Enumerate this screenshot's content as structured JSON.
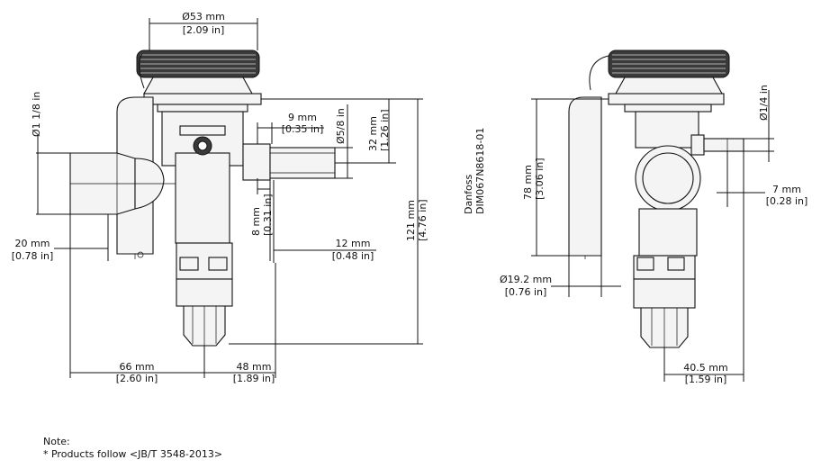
{
  "dimensions": {
    "d53": {
      "mm": "Ø53 mm",
      "in": "[2.09 in]"
    },
    "d1_1_8": {
      "label": "Ø1 1/8 in"
    },
    "d20": {
      "mm": "20 mm",
      "in": "[0.78 in]"
    },
    "d9": {
      "mm": "9 mm",
      "in": "[0.35 in]"
    },
    "d5_8": {
      "label": "Ø5/8 in"
    },
    "d32": {
      "mm": "32 mm",
      "in": "[1.26 in]"
    },
    "d8": {
      "mm": "8 mm",
      "in": "[0.31 in]"
    },
    "d12": {
      "mm": "12 mm",
      "in": "[0.48 in]"
    },
    "d121": {
      "mm": "121 mm",
      "in": "[4.76 in]"
    },
    "d66": {
      "mm": "66 mm",
      "in": "[2.60 in]"
    },
    "d48": {
      "mm": "48 mm",
      "in": "[1.89 in]"
    },
    "d78": {
      "mm": "78 mm",
      "in": "[3.06 in]"
    },
    "d1_4": {
      "label": "Ø1/4 in"
    },
    "d7": {
      "mm": "7 mm",
      "in": "[0.28 in]"
    },
    "d19_2": {
      "mm": "Ø19.2 mm",
      "in": "[0.76 in]"
    },
    "d40_5": {
      "mm": "40.5 mm",
      "in": "[1.59 in]"
    }
  },
  "drawing_id": {
    "line1": "Danfoss",
    "line2": "DIM067N8618-01"
  },
  "note": {
    "title": "Note:",
    "line1": "* Products follow <JB/T 3548-2013>"
  }
}
